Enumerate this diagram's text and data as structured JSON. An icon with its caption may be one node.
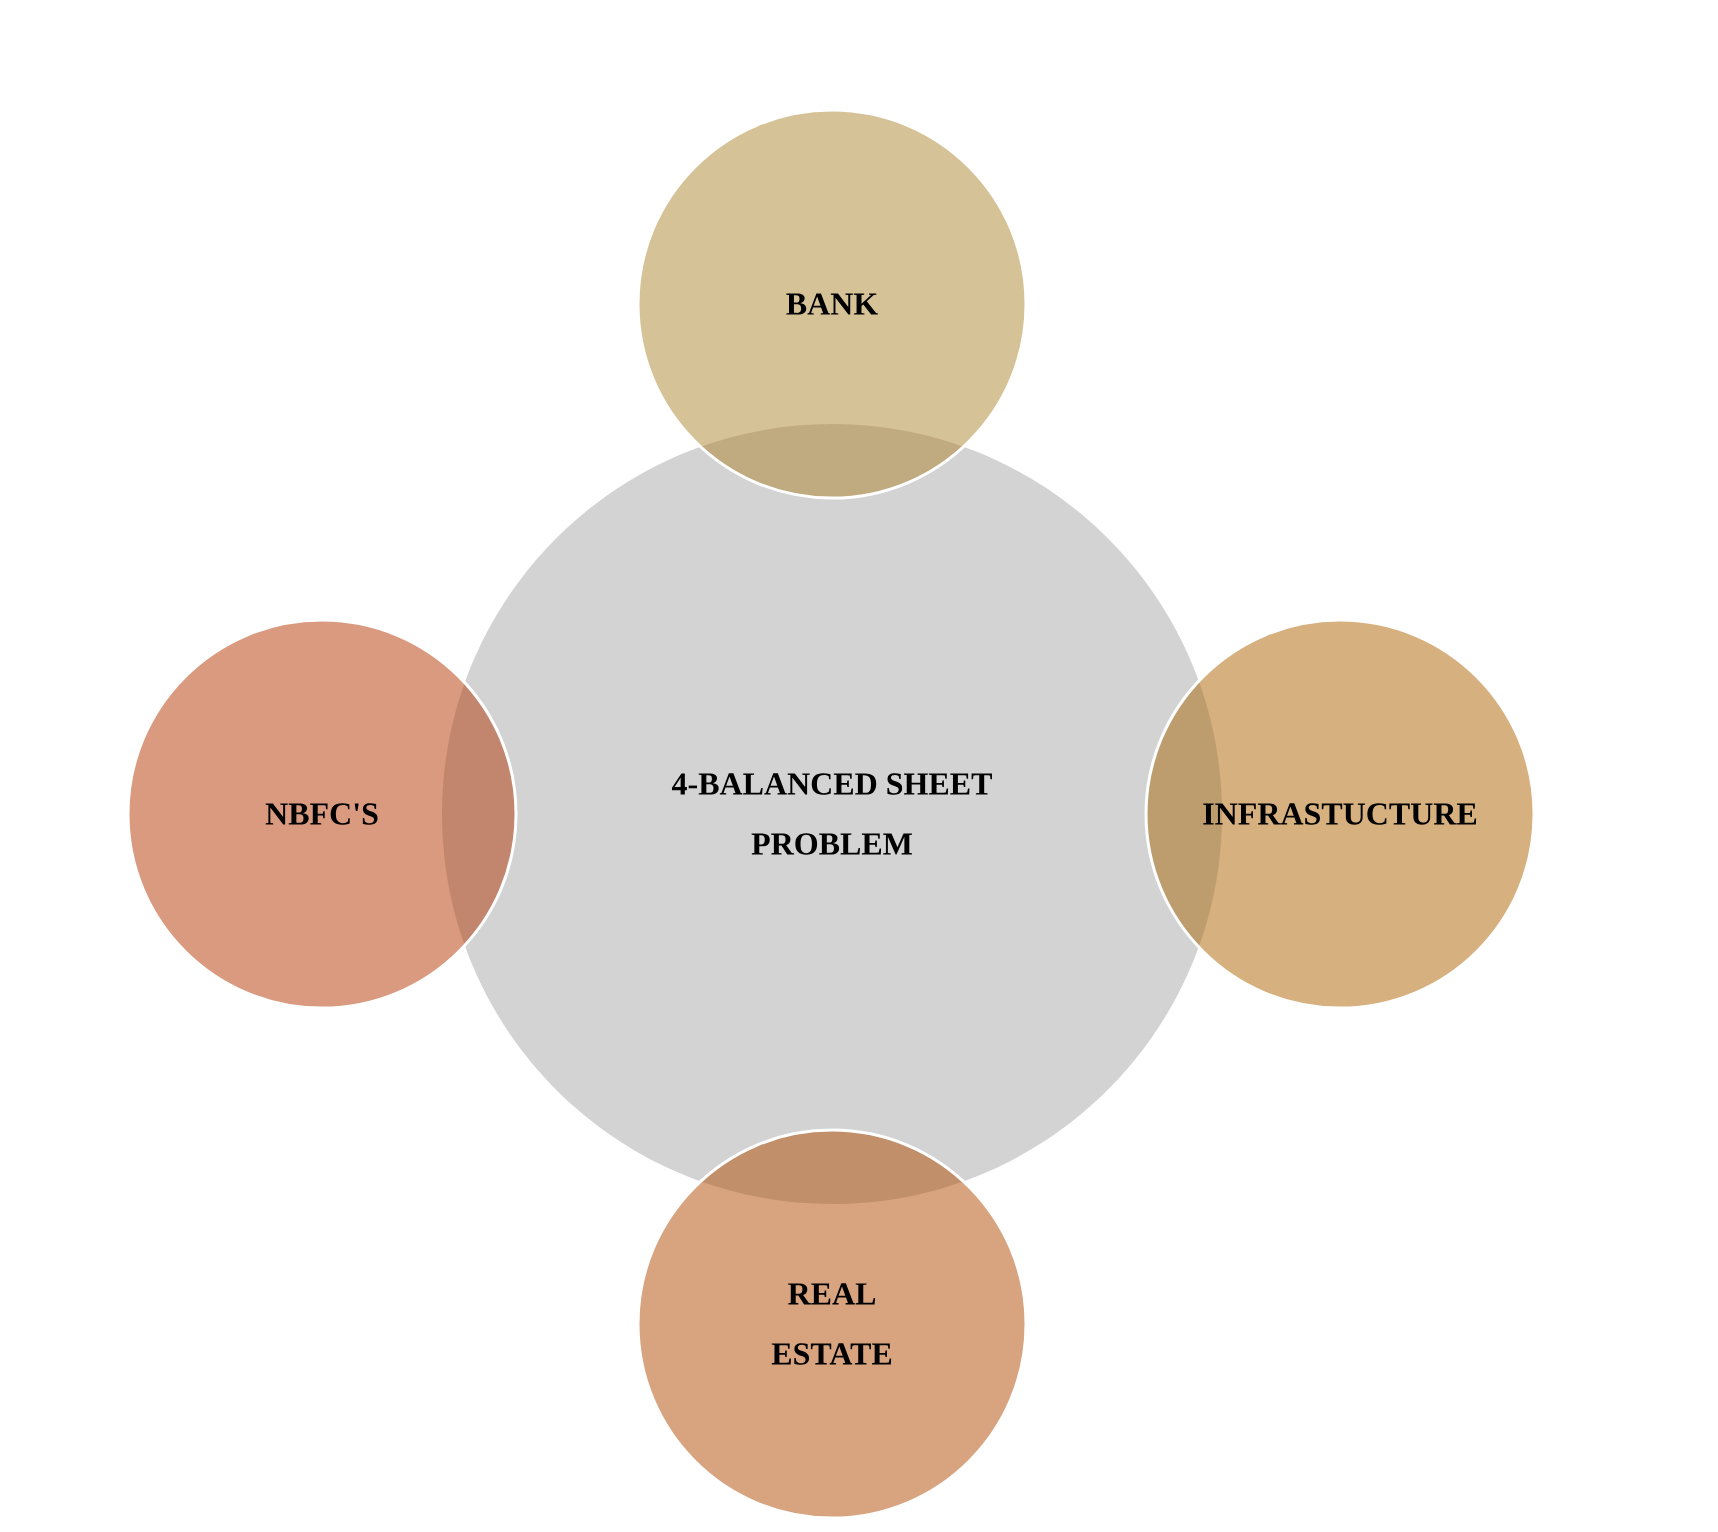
{
  "diagram": {
    "nodes": [
      {
        "text": [
          "BANK"
        ]
      },
      {
        "text": [
          "NBFC'S"
        ]
      },
      {
        "text": [
          "4-BALANCED SHEET PROBLEM"
        ]
      },
      {
        "text": [
          "INFRASTUCTURE"
        ]
      },
      {
        "text": [
          "REAL ESTATE"
        ]
      }
    ]
  }
}
